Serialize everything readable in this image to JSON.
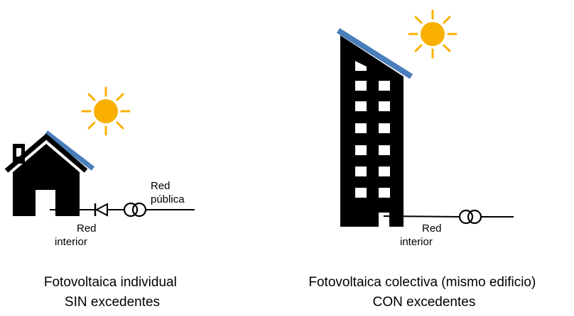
{
  "left_panel": {
    "house_label_public": [
      "Red",
      "pública"
    ],
    "house_label_interior": [
      "Red",
      "interior"
    ],
    "caption": [
      "Fotovoltaica individual",
      "SIN excedentes"
    ]
  },
  "right_panel": {
    "building_label_interior": [
      "Red",
      "interior"
    ],
    "caption": [
      "Fotovoltaica colectiva (mismo edificio)",
      "CON excedentes"
    ]
  },
  "colors": {
    "sun": "#F9B000",
    "solar_panel": "#4A7EBB",
    "structure": "#000000",
    "background": "#FFFFFF"
  }
}
